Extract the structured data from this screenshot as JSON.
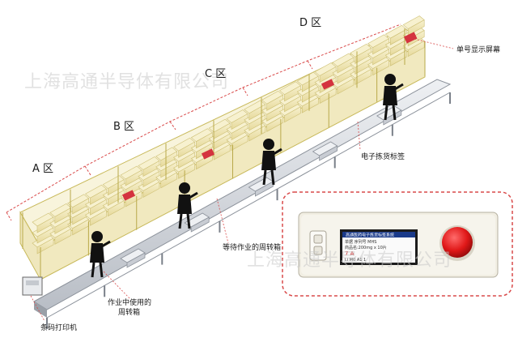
{
  "zones": [
    {
      "id": "A",
      "label": "A 区"
    },
    {
      "id": "B",
      "label": "B 区"
    },
    {
      "id": "C",
      "label": "C 区"
    },
    {
      "id": "D",
      "label": "D 区"
    }
  ],
  "annotations": {
    "single_display": "单号显示屏幕",
    "electronic_tag": "电子拣货标签",
    "waiting_box": "等待作业的周转箱",
    "in_use_box_line1": "作业中使用的",
    "in_use_box_line2": "周转箱",
    "barcode_printer": "条码打印机"
  },
  "watermark": {
    "text": "上海高通半导体有限公司"
  },
  "device_screen": {
    "header": "高通医药电子拣货标签系统",
    "line1": "单据 序列号 MHS",
    "line2": "商品名:200mg x 10片",
    "line3": "7  A",
    "line4": "Li M0  A1 1"
  },
  "colors": {
    "accent_red": "#d4333f",
    "rack_frame": "#c8b95a",
    "box_fill": "#f3ecc2",
    "conveyor": "#d8dbe0",
    "callout_border": "#d94a4a"
  }
}
